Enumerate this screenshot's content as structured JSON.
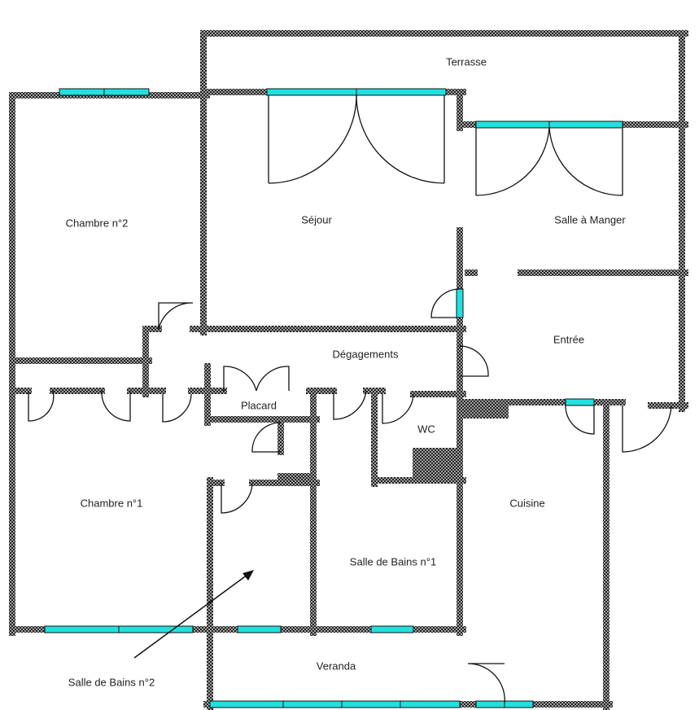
{
  "title": "Floor plan",
  "colors": {
    "wall": "#222222",
    "window": "#22e0e0",
    "background": "#ffffff"
  },
  "rooms": {
    "terrasse": "Terrasse",
    "chambre2": "Chambre n°2",
    "sejour": "Séjour",
    "salle_manger": "Salle à Manger",
    "entree": "Entrée",
    "degagements": "Dégagements",
    "placard": "Placard",
    "wc": "WC",
    "chambre1": "Chambre n°1",
    "cuisine": "Cuisine",
    "salle_bains1": "Salle de Bains n°1",
    "veranda": "Veranda",
    "salle_bains2": "Salle de Bains n°2"
  }
}
